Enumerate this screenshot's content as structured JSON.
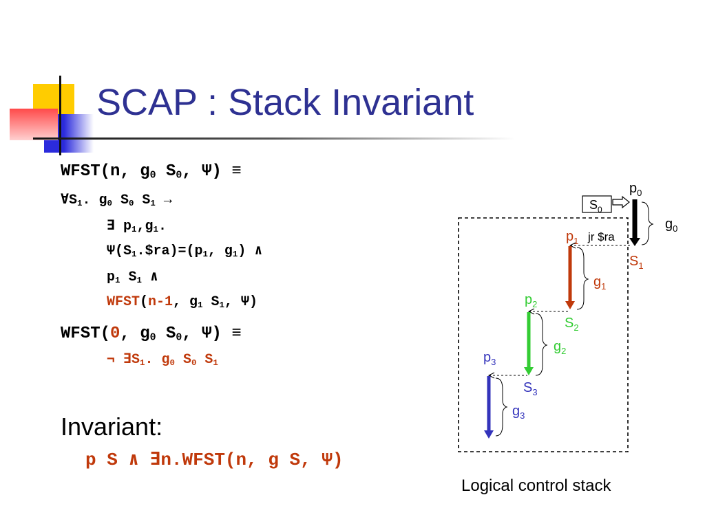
{
  "title": "SCAP : Stack Invariant",
  "formulas": {
    "l1": {
      "a": "WFST(n, g",
      "b": "0",
      "c": " S",
      "d": "0",
      "e": ", Ψ) ≡"
    },
    "l2": {
      "a": "∀S",
      "b": "1",
      "c": ". g",
      "d": "0",
      "e": " S",
      "f": "0",
      "g": " S",
      "h": "1",
      "i": " →"
    },
    "l3": {
      "a": "∃ p",
      "b": "1",
      "c": ",g",
      "d": "1",
      "e": "."
    },
    "l4": {
      "a": "Ψ(S",
      "b": "1",
      "c": ".$ra)=(p",
      "d": "1",
      "e": ", g",
      "f": "1",
      "g": ") ∧"
    },
    "l5": {
      "a": "p",
      "b": "1",
      "c": " S",
      "d": "1",
      "e": " ∧"
    },
    "l6": {
      "a": "WFST",
      "b": "(",
      "c": "n-1",
      "d": ", g",
      "e": "1",
      "f": " S",
      "g": "1",
      "h": ", Ψ)"
    },
    "l7": {
      "a": "WFST(",
      "b": "0",
      "c": ", g",
      "d": "0",
      "e": " S",
      "f": "0",
      "g": ", Ψ) ≡"
    },
    "l8": {
      "a": "¬ ∃S",
      "b": "1",
      "c": ". g",
      "d": "0",
      "e": " S",
      "f": "0",
      "g": " S",
      "h": "1"
    }
  },
  "invariant": {
    "label": "Invariant:",
    "formula": "p S ∧ ∃n.WFST(n, g S, Ψ)"
  },
  "diagram": {
    "caption": "Logical control stack",
    "s0_box": "S",
    "s0_sub": "0",
    "jr_label": "jr $ra",
    "p_letter": "p",
    "g_letter": "g",
    "s_letter": "S",
    "sub0": "0",
    "sub1": "1",
    "sub2": "2",
    "sub3": "3",
    "colors": {
      "black": "#000000",
      "red": "#c0390b",
      "green": "#33cc33",
      "blue": "#3333bb"
    }
  }
}
